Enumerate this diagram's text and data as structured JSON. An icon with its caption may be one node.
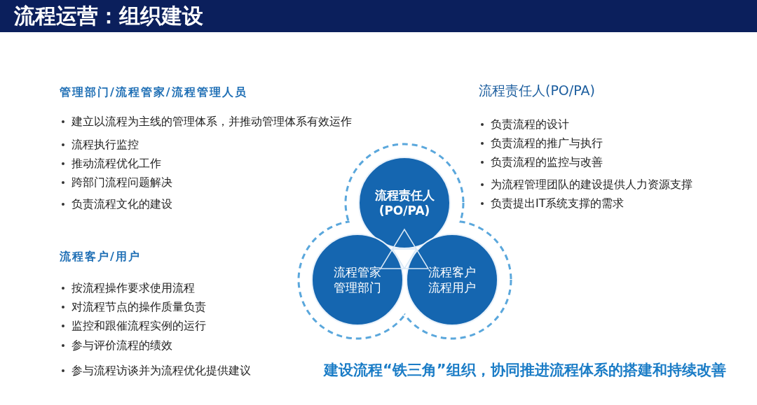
{
  "diagram": {
    "title": "流程运营：组织建设",
    "nodes": [
      {
        "text": [
          "流程责任人",
          "(PO/PA)"
        ]
      },
      {
        "text": [
          "流程管家",
          "管理部门"
        ]
      },
      {
        "text": [
          "流程客户",
          "流程用户"
        ]
      }
    ],
    "labels": [
      "管理部门/流程管家/流程管理人员",
      "建立以流程为主线的管理体系，并推动管理体系有效运作",
      "流程执行监控",
      "推动流程优化工作",
      "跨部门流程问题解决",
      "负责流程文化的建设",
      "流程责任人(PO/PA)",
      "负责流程的设计",
      "负责流程的推广与执行",
      "负责流程的监控与改善",
      "为流程管理团队的建设提供人力资源支撑",
      "负责提出IT系统支撑的需求",
      "流程客户/用户",
      "按流程操作要求使用流程",
      "对流程节点的操作质量负责",
      "监控和跟催流程实例的运行",
      "参与评价流程的绩效",
      "参与流程访谈并为流程优化提供建议",
      "建设流程“铁三角”组织，协同推进流程体系的搭建和持续改善"
    ]
  }
}
